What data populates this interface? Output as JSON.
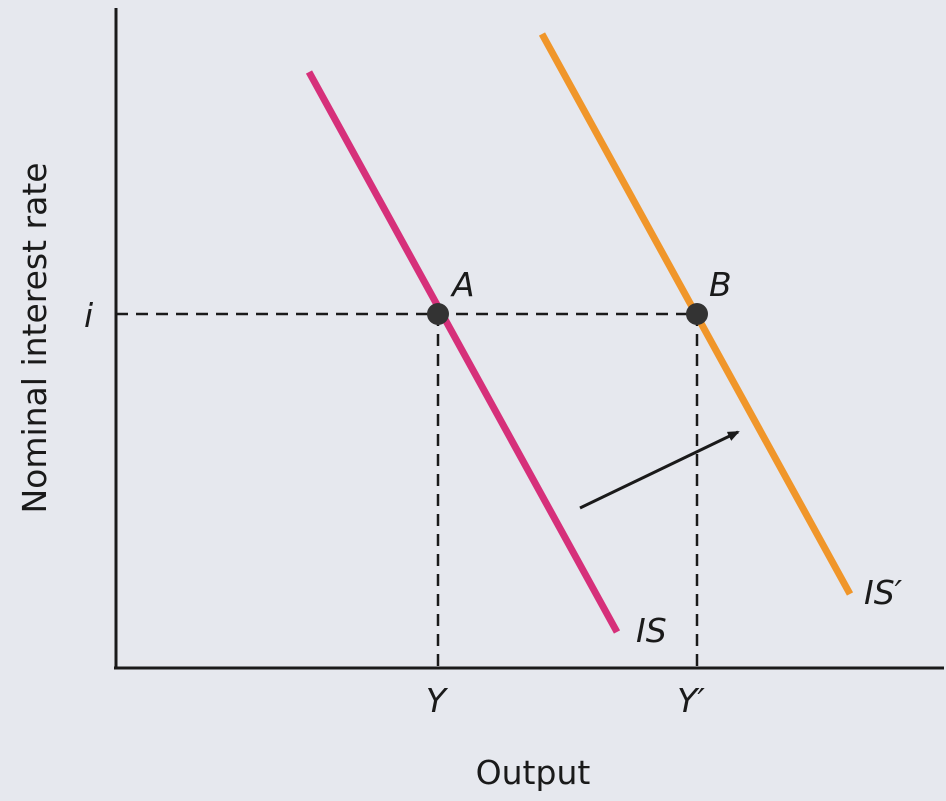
{
  "diagram": {
    "y_axis_label": "Nominal interest rate",
    "x_axis_label": "Output",
    "rate_tick": "i",
    "output_tick_1": "Y",
    "output_tick_2": "Y′",
    "point_a_label": "A",
    "point_b_label": "B",
    "curve_1_label": "IS",
    "curve_2_label": "IS′",
    "colors": {
      "curve_1": "#d6307a",
      "curve_2": "#f0962a",
      "axes": "#1a1a1a",
      "background": "#e6e8ee"
    }
  }
}
